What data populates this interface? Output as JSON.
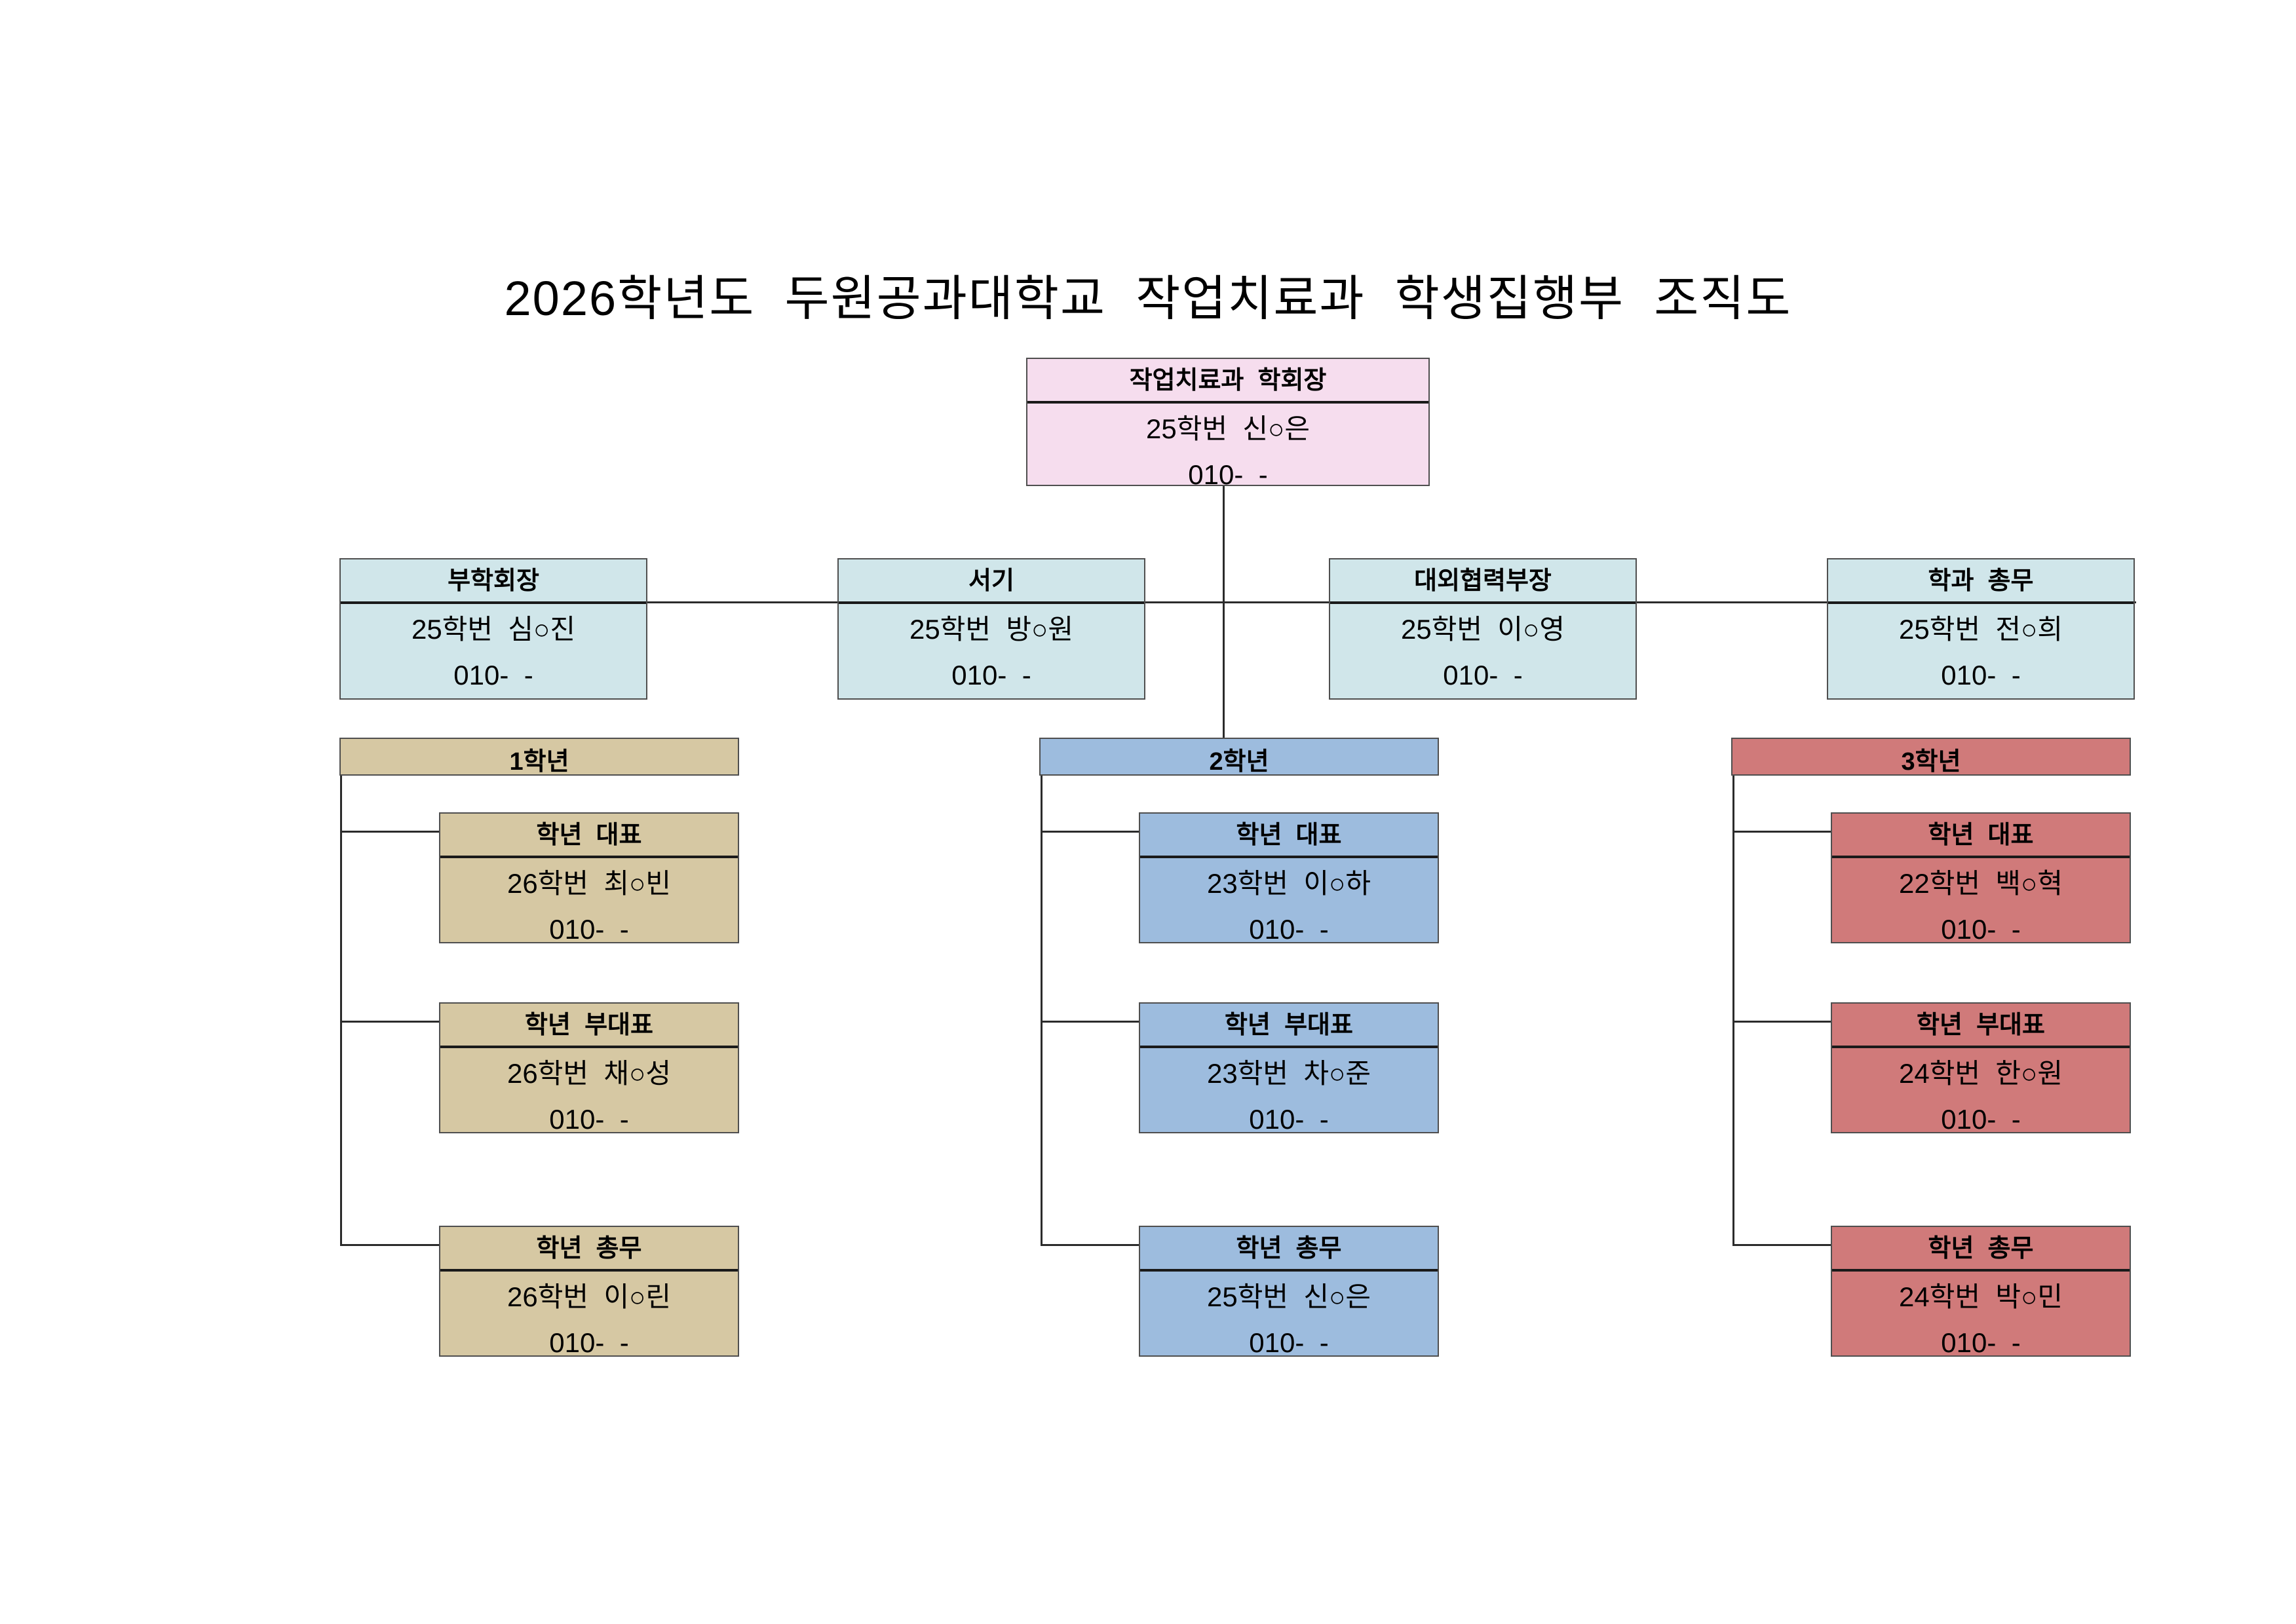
{
  "title": "2026학년도  두원공과대학교  작업치료과  학생집행부  조직도",
  "colors": {
    "president_fill": "#f6ddee",
    "officer_fill": "#d0e6ea",
    "year1_fill": "#d6c8a3",
    "year2_fill": "#9dbcde",
    "year3_fill": "#d07a7a",
    "border": "#4f4f4f",
    "line": "#2b2b2b"
  },
  "president": {
    "role": "작업치료과  학회장",
    "student": "25학번  신○은",
    "phone": "010-  -"
  },
  "officers": [
    {
      "role": "부학회장",
      "student": "25학번  심○진",
      "phone": "010-  -"
    },
    {
      "role": "서기",
      "student": "25학번  방○원",
      "phone": "010-  -"
    },
    {
      "role": "대외협력부장",
      "student": "25학번  이○영",
      "phone": "010-  -"
    },
    {
      "role": "학과  총무",
      "student": "25학번  전○희",
      "phone": "010-  -"
    }
  ],
  "years": [
    {
      "label": "1학년",
      "members": [
        {
          "role": "학년  대표",
          "student": "26학번  최○빈",
          "phone": "010-  -"
        },
        {
          "role": "학년  부대표",
          "student": "26학번  채○성",
          "phone": "010-  -"
        },
        {
          "role": "학년  총무",
          "student": "26학번  이○린",
          "phone": "010-  -"
        }
      ]
    },
    {
      "label": "2학년",
      "members": [
        {
          "role": "학년  대표",
          "student": "23학번  이○하",
          "phone": "010-  -"
        },
        {
          "role": "학년  부대표",
          "student": "23학번  차○준",
          "phone": "010-  -"
        },
        {
          "role": "학년  총무",
          "student": "25학번  신○은",
          "phone": "010-  -"
        }
      ]
    },
    {
      "label": "3학년",
      "members": [
        {
          "role": "학년  대표",
          "student": "22학번  백○혁",
          "phone": "010-  -"
        },
        {
          "role": "학년  부대표",
          "student": "24학번  한○원",
          "phone": "010-  -"
        },
        {
          "role": "학년  총무",
          "student": "24학번  박○민",
          "phone": "010-  -"
        }
      ]
    }
  ]
}
